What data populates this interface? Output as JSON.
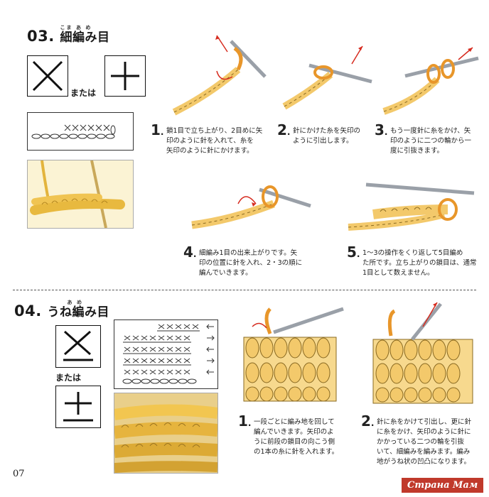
{
  "section03": {
    "number": "03.",
    "title": "細編み目",
    "ruby": "こま あ め",
    "or_label": "または",
    "symbol_a": "x-symbol",
    "symbol_b": "plus-symbol",
    "steps": [
      {
        "num": "1",
        "text": "鎖1目で立ち上がり、2目めに矢\n印のように針を入れて、糸を\n矢印のように針にかけます。"
      },
      {
        "num": "2",
        "text": "針にかけた糸を矢印の\nように引出します。"
      },
      {
        "num": "3",
        "text": "もう一度針に糸をかけ、矢\n印のように二つの輪から一\n度に引抜きます。"
      },
      {
        "num": "4",
        "text": "細編み1目の出来上がりです。矢\n印の位置に針を入れ、2・3の順に\n編んでいきます。"
      },
      {
        "num": "5",
        "text": "1〜3の操作をくり返して5目編め\nた所です。立ち上がりの鎖目は、通常\n1目として数えません。"
      }
    ]
  },
  "section04": {
    "number": "04.",
    "title": "うね編み目",
    "ruby": "あ め",
    "or_label": "または",
    "symbol_a": "underlined-x-symbol",
    "symbol_b": "underlined-plus-symbol",
    "steps": [
      {
        "num": "1",
        "text": "一段ごとに編み地を回して\n編んでいきます。矢印のよ\nうに前段の鎖目の向こう側\nの1本の糸に針を入れます。"
      },
      {
        "num": "2",
        "text": "針に糸をかけて引出し、更に針\nに糸をかけ、矢印のように針に\nかかっている二つの輪を引抜\nいて、細編みを編みます。編み\n地がうね状の凹凸になります。"
      }
    ]
  },
  "page_number": "07",
  "watermark": "Страна Мам",
  "colors": {
    "yarn": "#f3c96b",
    "yarn_outline": "#8a6a22",
    "arrow": "#d62b1f",
    "hook": "#9aa0a8"
  }
}
